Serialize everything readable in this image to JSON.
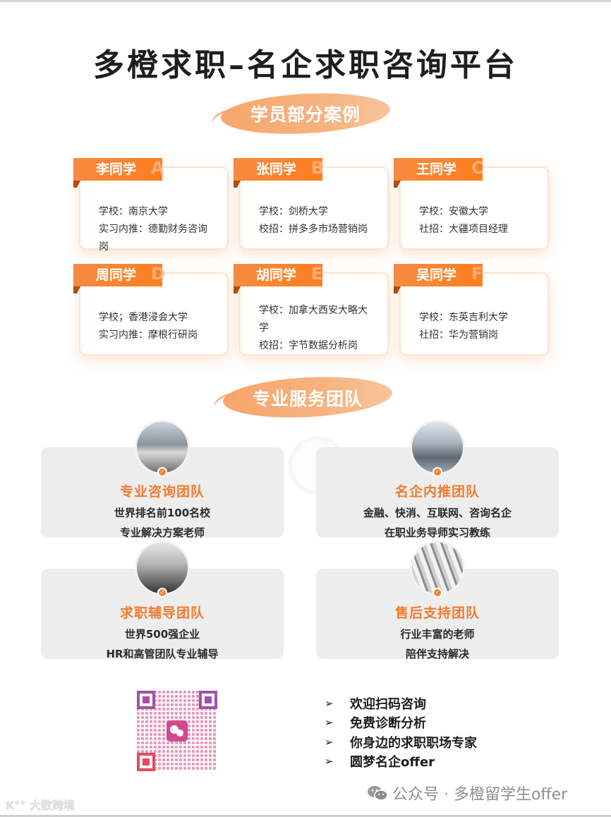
{
  "header": {
    "title": "多橙求职–名企求职咨询平台"
  },
  "cases_section": {
    "heading": "学员部分案例",
    "cases": [
      {
        "name": "李同学",
        "letter": "A",
        "lines": [
          "学校：南京大学",
          "实习内推：德勤财务咨询岗"
        ]
      },
      {
        "name": "张同学",
        "letter": "B",
        "lines": [
          "学校：剑桥大学",
          "校招：拼多多市场营销岗"
        ]
      },
      {
        "name": "王同学",
        "letter": "C",
        "lines": [
          "学校：安徽大学",
          "社招：大疆项目经理"
        ]
      },
      {
        "name": "周同学",
        "letter": "D",
        "lines": [
          "学校；香港浸会大学",
          "实习内推：摩根行研岗"
        ]
      },
      {
        "name": "胡同学",
        "letter": "E",
        "lines": [
          "学校：加拿大西安大略大学",
          "校招：字节数据分析岗"
        ]
      },
      {
        "name": "吴同学",
        "letter": "F",
        "lines": [
          "学校：东英吉利大学",
          "社招：华为营销岗"
        ]
      }
    ]
  },
  "team_section": {
    "heading": "专业服务团队",
    "teams": [
      {
        "title": "专业咨询团队",
        "lines": [
          "世界排名前100名校",
          "专业解决方案老师"
        ]
      },
      {
        "title": "名企内推团队",
        "lines": [
          "金融、快消、互联网、咨询名企",
          "在职业务导师实习教练"
        ]
      },
      {
        "title": "求职辅导团队",
        "lines": [
          "世界500强企业",
          "HR和高管团队专业辅导"
        ]
      },
      {
        "title": "售后支持团队",
        "lines": [
          "行业丰富的老师",
          "陪伴支持解决"
        ]
      }
    ]
  },
  "contact": {
    "qr_icon": "wechat-qr-code",
    "bullet_glyph": "➢",
    "bullets": [
      "欢迎扫码咨询",
      "免费诊断分析",
      "你身边的求职职场专家",
      "圆梦名企offer"
    ]
  },
  "footer": {
    "wechat_label": "公众号 · 多橙留学生offer",
    "watermark": "大数跨境"
  },
  "colors": {
    "accent": "#f47a2c",
    "pill": "#f7a66b",
    "card_bg": "#ededed"
  }
}
